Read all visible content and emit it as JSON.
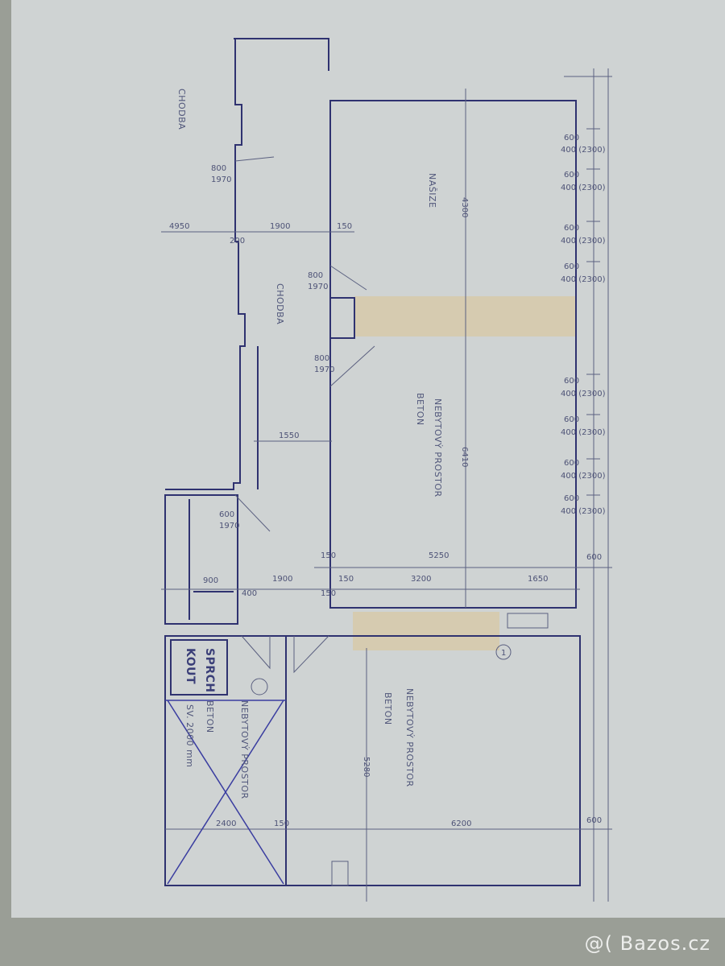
{
  "rooms": {
    "chodba_top": "CHODBA",
    "chodba_mid": "CHODBA",
    "nasize": "NAŠIZE",
    "nebytovy_upper": "NEBYTOVÝ PROSTOR",
    "beton_upper": "BETON",
    "nebytovy_lower": "NEBYTOVÝ PROSTOR",
    "beton_lower": "BETON",
    "nebytovy_crossed": "NEBYTOVÝ PROSTOR",
    "beton_crossed": "BETON",
    "sv_label": "SV. 2000 mm",
    "sprch": "SPRCH",
    "kout": "KOUT"
  },
  "dimensions": {
    "d4950": "4950",
    "d1900a": "1900",
    "d150a": "150",
    "d200": "200",
    "d800a": "800",
    "d1970a": "1970",
    "d800b": "800",
    "d1970b": "1970",
    "d800c": "800",
    "d1970c": "1970",
    "d1550": "1550",
    "d4300": "4300",
    "d6410": "6410",
    "d5250": "5250",
    "d150b": "150",
    "d1900b": "1900",
    "d150c": "150",
    "d3200": "3200",
    "d1650": "1650",
    "d600a": "600",
    "d900": "900",
    "d400": "400",
    "d150d": "150",
    "d600b": "600",
    "d1970d": "1970",
    "d5280": "5280",
    "d6200": "6200",
    "d2400": "2400",
    "d150e": "150",
    "d600c": "600",
    "d600win": "600",
    "d400win": "400 (2300)",
    "circle_1": "1"
  },
  "watermark": "@( Bazos.cz"
}
